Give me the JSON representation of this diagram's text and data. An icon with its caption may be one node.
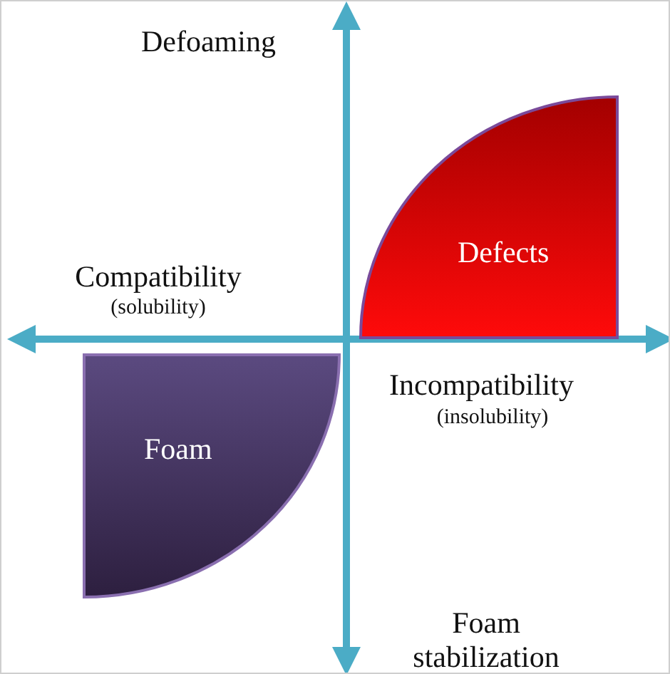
{
  "diagram": {
    "nodes": [
      {
        "text": [
          "Defects"
        ]
      },
      {
        "text": [
          "Foam"
        ]
      }
    ],
    "labels": [
      "Defoaming",
      "Compatibility",
      "(solubility)",
      "Incompatibility",
      "(insolubility)",
      "Foam stabilization"
    ]
  }
}
